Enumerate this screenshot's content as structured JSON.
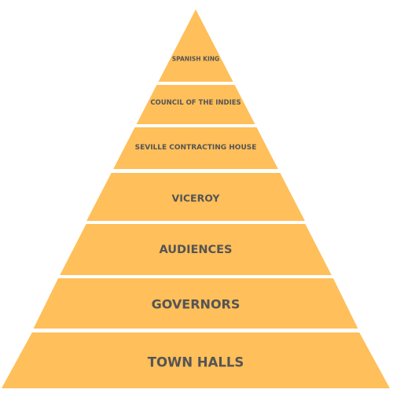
{
  "diagram": {
    "type": "pyramid",
    "colors": {
      "tier_fill": "#ffbf5a",
      "label_text": "#545454",
      "background": "#ffffff"
    },
    "tiers": [
      {
        "label": "SPANISH KING"
      },
      {
        "label": "COUNCIL OF THE INDIES"
      },
      {
        "label": "SEVILLE CONTRACTING HOUSE"
      },
      {
        "label": "VICEROY"
      },
      {
        "label": "AUDIENCES"
      },
      {
        "label": "GOVERNORS"
      },
      {
        "label": "TOWN HALLS"
      }
    ]
  }
}
